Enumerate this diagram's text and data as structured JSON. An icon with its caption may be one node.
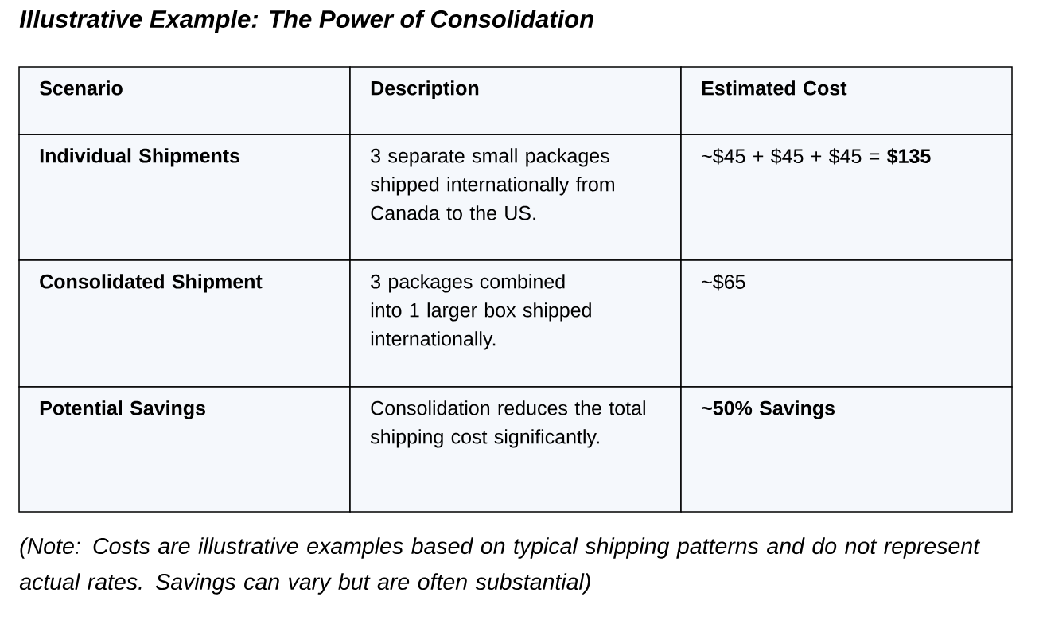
{
  "diagram": {
    "title": "Illustrative Example: The Power of Consolidation",
    "caption": "(Note: Costs are illustrative examples based on typical shipping patterns and do not represent actual rates. Savings can vary but are often substantial)",
    "labels": [
      "Scenario",
      "Description",
      "Estimated Cost",
      "Individual Shipments",
      "3 separate small packages shipped internationally from Canada to the US.",
      "~$45 + $45 + $45 = **$135**",
      "Consolidated Shipment",
      "3 packages combined into 1 larger box shipped internationally.",
      "~$65",
      "Potential Savings",
      "Consolidation reduces the total shipping cost significantly.",
      "~50% Savings"
    ]
  }
}
